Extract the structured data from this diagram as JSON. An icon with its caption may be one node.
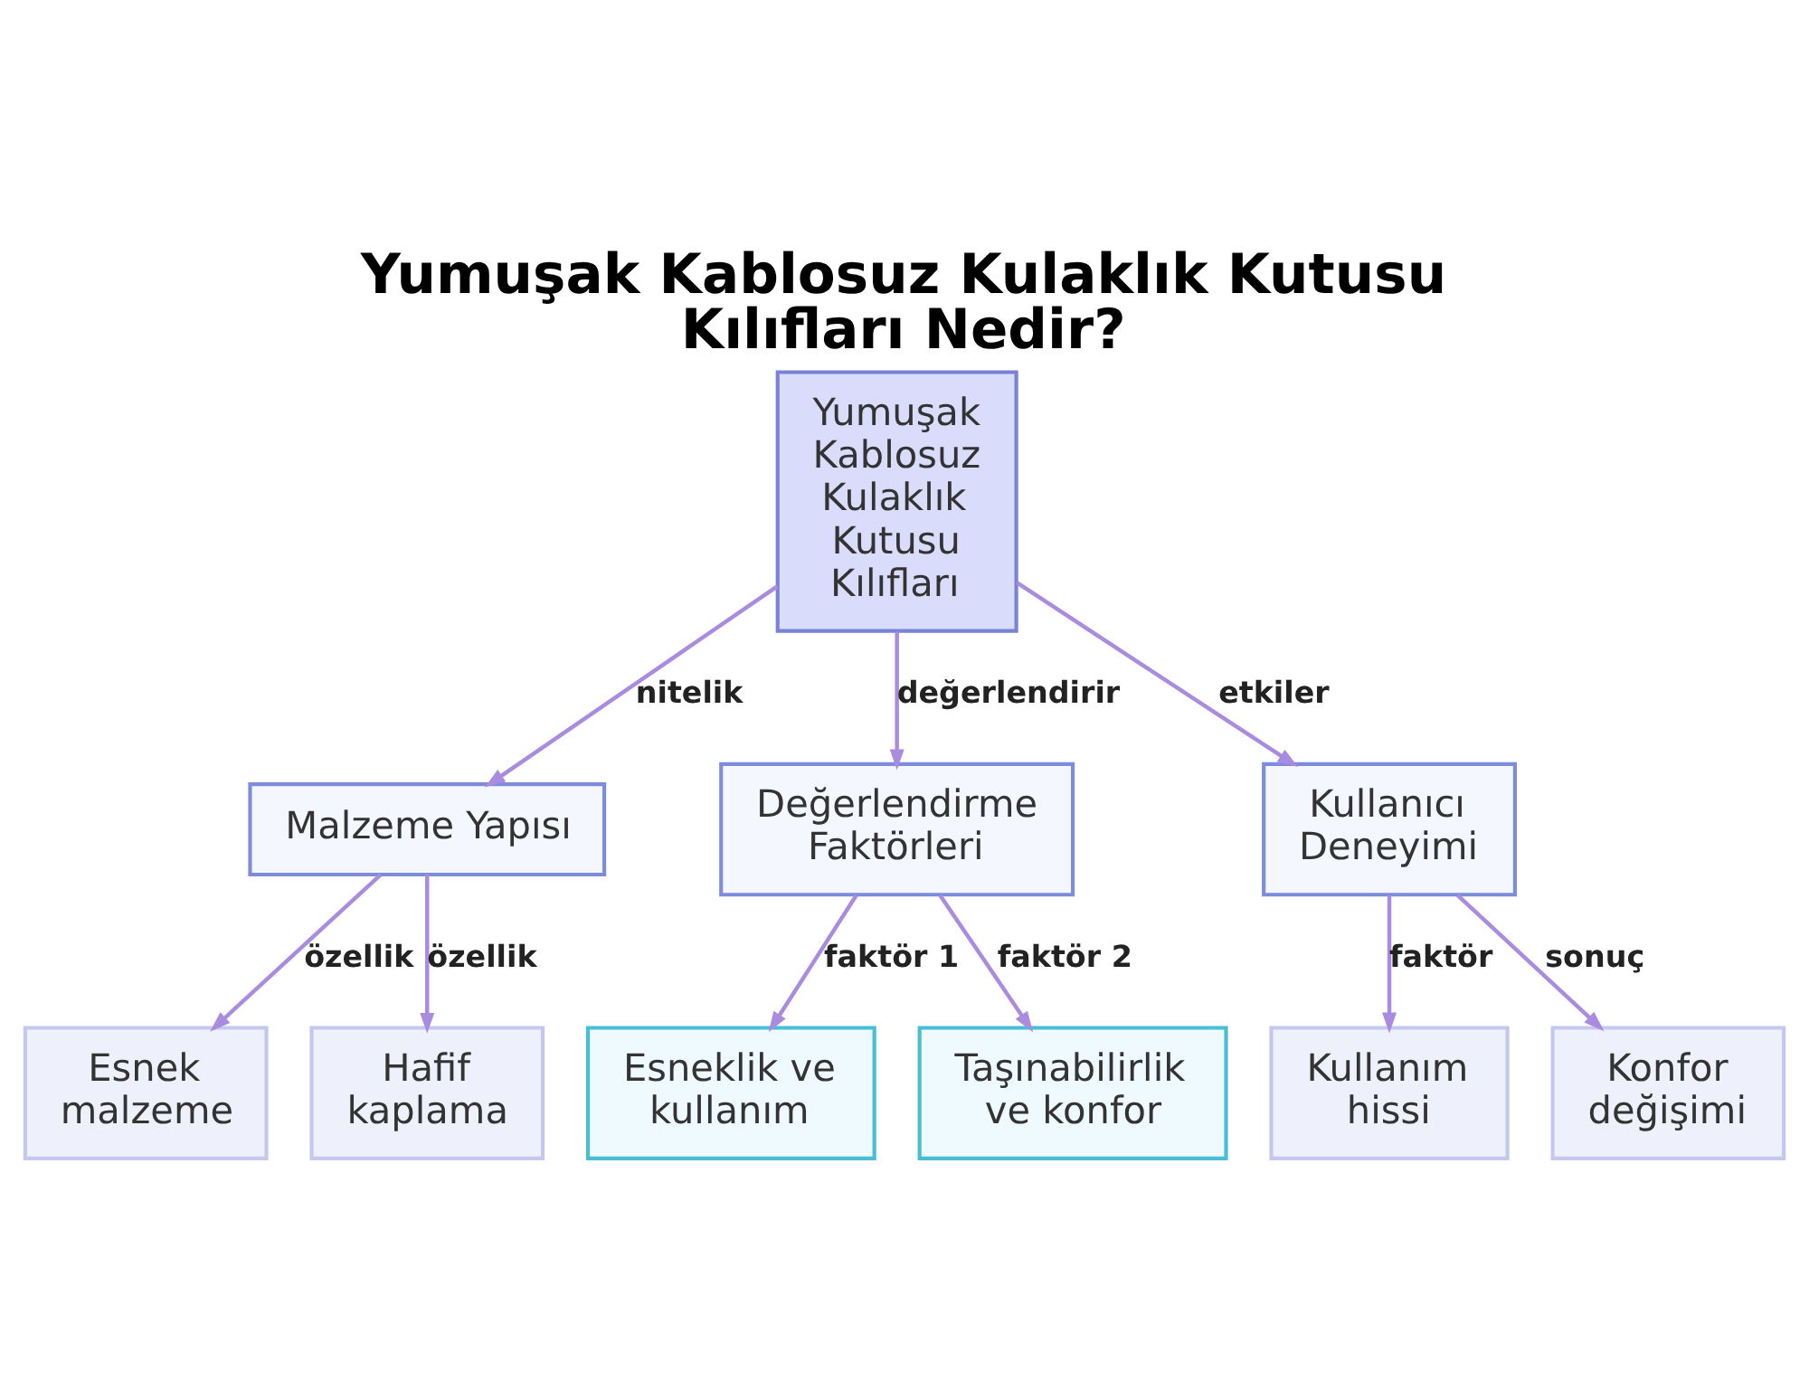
{
  "diagram": {
    "title": "Yumuşak Kablosuz Kulaklık Kutusu Kılıfları Nedir?",
    "nodes": [
      {
        "text": [
          "Yumuşak Kablosuz Kulaklık Kutusu Kılıfları"
        ]
      },
      {
        "text": [
          "Malzeme Yapısı"
        ]
      },
      {
        "text": [
          "Değerlendirme Faktörleri"
        ]
      },
      {
        "text": [
          "Kullanıcı Deneyimi"
        ]
      },
      {
        "text": [
          "Esnek malzeme"
        ]
      },
      {
        "text": [
          "Hafif kaplama"
        ]
      },
      {
        "text": [
          "Esneklik ve kullanım"
        ]
      },
      {
        "text": [
          "Taşınabilirlik ve konfor"
        ]
      },
      {
        "text": [
          "Kullanım hissi"
        ]
      },
      {
        "text": [
          "Konfor değişimi"
        ]
      }
    ],
    "edges": [
      {
        "from": 0,
        "to": 1,
        "arrow": "to",
        "label": "nitelik"
      },
      {
        "from": 0,
        "to": 2,
        "arrow": "to",
        "label": "değerlendirir"
      },
      {
        "from": 0,
        "to": 3,
        "arrow": "to",
        "label": "etkiler"
      },
      {
        "from": 1,
        "to": 4,
        "arrow": "to",
        "label": "özellik"
      },
      {
        "from": 1,
        "to": 5,
        "arrow": "to",
        "label": "özellik"
      },
      {
        "from": 2,
        "to": 6,
        "arrow": "to",
        "label": "faktör 1"
      },
      {
        "from": 2,
        "to": 7,
        "arrow": "to",
        "label": "faktör 2"
      },
      {
        "from": 3,
        "to": 8,
        "arrow": "to",
        "label": "faktör"
      },
      {
        "from": 3,
        "to": 9,
        "arrow": "to",
        "label": "sonuç"
      }
    ]
  }
}
